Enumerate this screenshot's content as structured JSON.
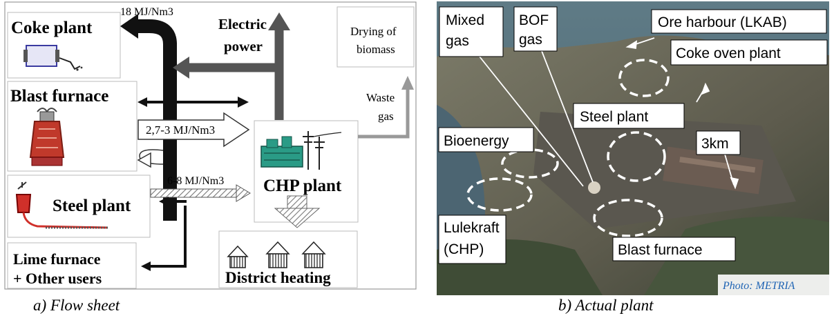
{
  "flow_sheet": {
    "nodes": {
      "coke_plant": "Coke plant",
      "blast_furnace": "Blast furnace",
      "steel_plant": "Steel plant",
      "lime_line1": "Lime furnace",
      "lime_line2": "+ Other users",
      "chp_plant": "CHP plant",
      "district_heating": "District heating",
      "drying_line1": "Drying of",
      "drying_line2": "biomass",
      "electric_line1": "Electric",
      "electric_line2": "power",
      "waste_line1": "Waste",
      "waste_line2": "gas"
    },
    "flows": {
      "coke_gas": "18 MJ/Nm3",
      "blast_gas": "2,7-3 MJ/Nm3",
      "bof_gas": "6-8 MJ/Nm3"
    }
  },
  "photo": {
    "labels": {
      "mixed_line1": "Mixed",
      "mixed_line2": "gas",
      "bof_line1": "BOF",
      "bof_line2": "gas",
      "ore_harbour": "Ore harbour (LKAB)",
      "coke_oven": "Coke oven plant",
      "steel_plant": "Steel plant",
      "bioenergy": "Bioenergy",
      "distance": "3km",
      "lulekraft_line1": "Lulekraft",
      "lulekraft_line2": "(CHP)",
      "blast_furnace": "Blast furnace"
    },
    "credit": "Photo: METRIA"
  },
  "captions": {
    "a": "a)   Flow sheet",
    "b": "b)   Actual plant"
  },
  "colors": {
    "photo_water": "#4f6a78",
    "photo_land": "#6c6a5c",
    "credit_blue": "#1f64b4",
    "gas_plant_teal": "#2a9b86",
    "blast_red": "#c0392b"
  }
}
